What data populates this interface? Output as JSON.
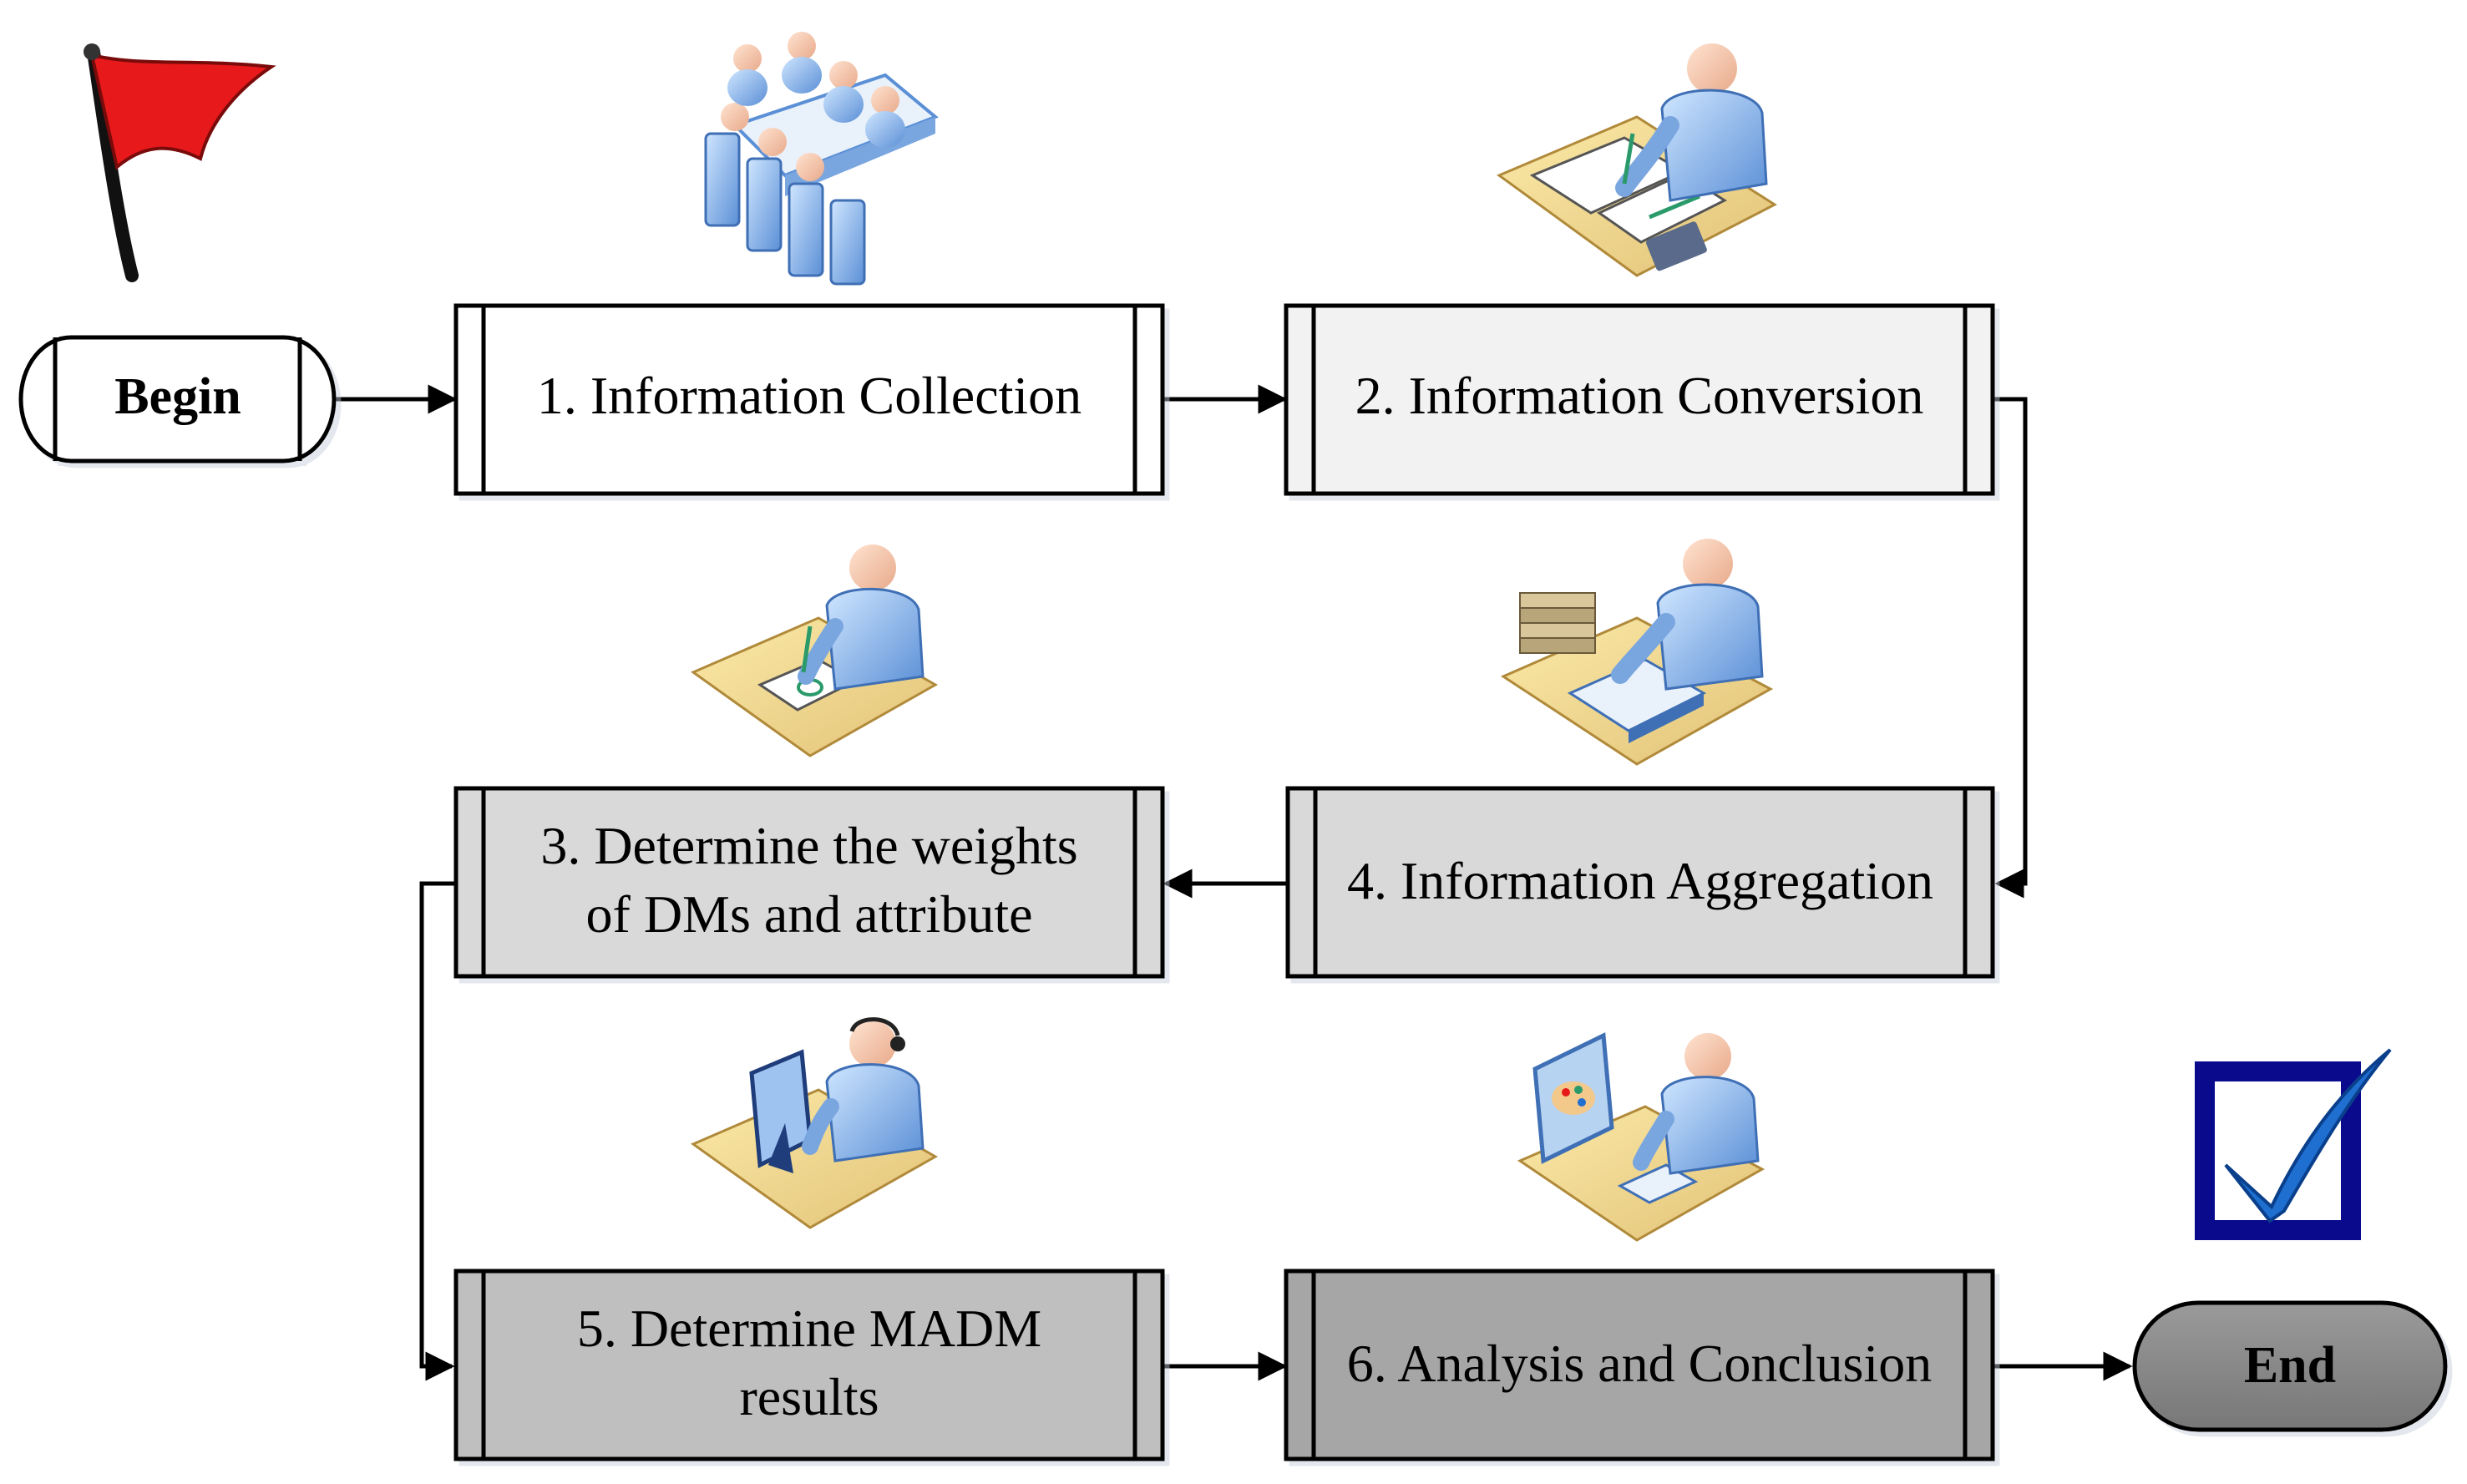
{
  "terminals": {
    "begin": "Begin",
    "end": "End"
  },
  "steps": {
    "s1": {
      "line1": "1. Information Collection"
    },
    "s2": {
      "line1": "2. Information Conversion"
    },
    "s3": {
      "line1": "3. Determine the weights",
      "line2": "of DMs and attribute"
    },
    "s4": {
      "line1": "4. Information Aggregation"
    },
    "s5": {
      "line1": "5. Determine MADM",
      "line2": "results"
    },
    "s6": {
      "line1": "6. Analysis and Conclusion"
    }
  },
  "icons": [
    "red-flag-icon",
    "meeting-table-icon",
    "person-writing-calculator-icon",
    "person-writing-icon",
    "person-reading-books-icon",
    "person-computer-headset-icon",
    "person-palette-monitor-icon",
    "checkbox-checkmark-icon"
  ],
  "colors": {
    "s1_fill": "#ffffff",
    "s2_fill": "#f2f2f2",
    "s3_fill": "#d9d9d9",
    "s4_fill": "#d9d9d9",
    "s5_fill": "#bfbfbf",
    "s6_fill": "#a6a6a6",
    "end_fill": "#8c8c8c",
    "flag": "#e8191b",
    "check_box": "#0a0a8c",
    "check_mark": "#1e6fd0"
  }
}
